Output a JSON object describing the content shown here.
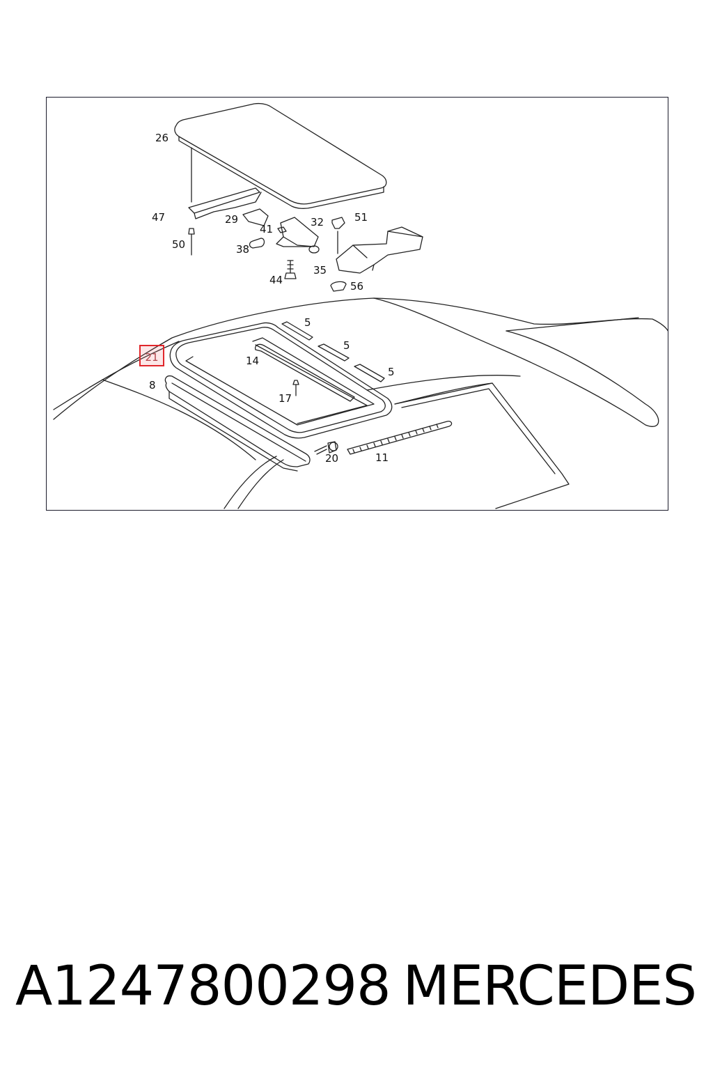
{
  "diagram": {
    "callouts": [
      {
        "id": "26",
        "text": "26"
      },
      {
        "id": "47",
        "text": "47"
      },
      {
        "id": "29",
        "text": "29"
      },
      {
        "id": "41",
        "text": "41"
      },
      {
        "id": "32",
        "text": "32"
      },
      {
        "id": "51",
        "text": "51"
      },
      {
        "id": "50",
        "text": "50"
      },
      {
        "id": "38",
        "text": "38"
      },
      {
        "id": "35",
        "text": "35"
      },
      {
        "id": "44",
        "text": "44"
      },
      {
        "id": "56",
        "text": "56"
      },
      {
        "id": "5a",
        "text": "5"
      },
      {
        "id": "5b",
        "text": "5"
      },
      {
        "id": "5c",
        "text": "5"
      },
      {
        "id": "14",
        "text": "14"
      },
      {
        "id": "8",
        "text": "8"
      },
      {
        "id": "17",
        "text": "17"
      },
      {
        "id": "20",
        "text": "20"
      },
      {
        "id": "11",
        "text": "11"
      }
    ],
    "highlighted": {
      "text": "21",
      "color": "#e0262b"
    }
  },
  "footer": {
    "part_number": "A1247800298",
    "brand": "MERCEDES"
  }
}
